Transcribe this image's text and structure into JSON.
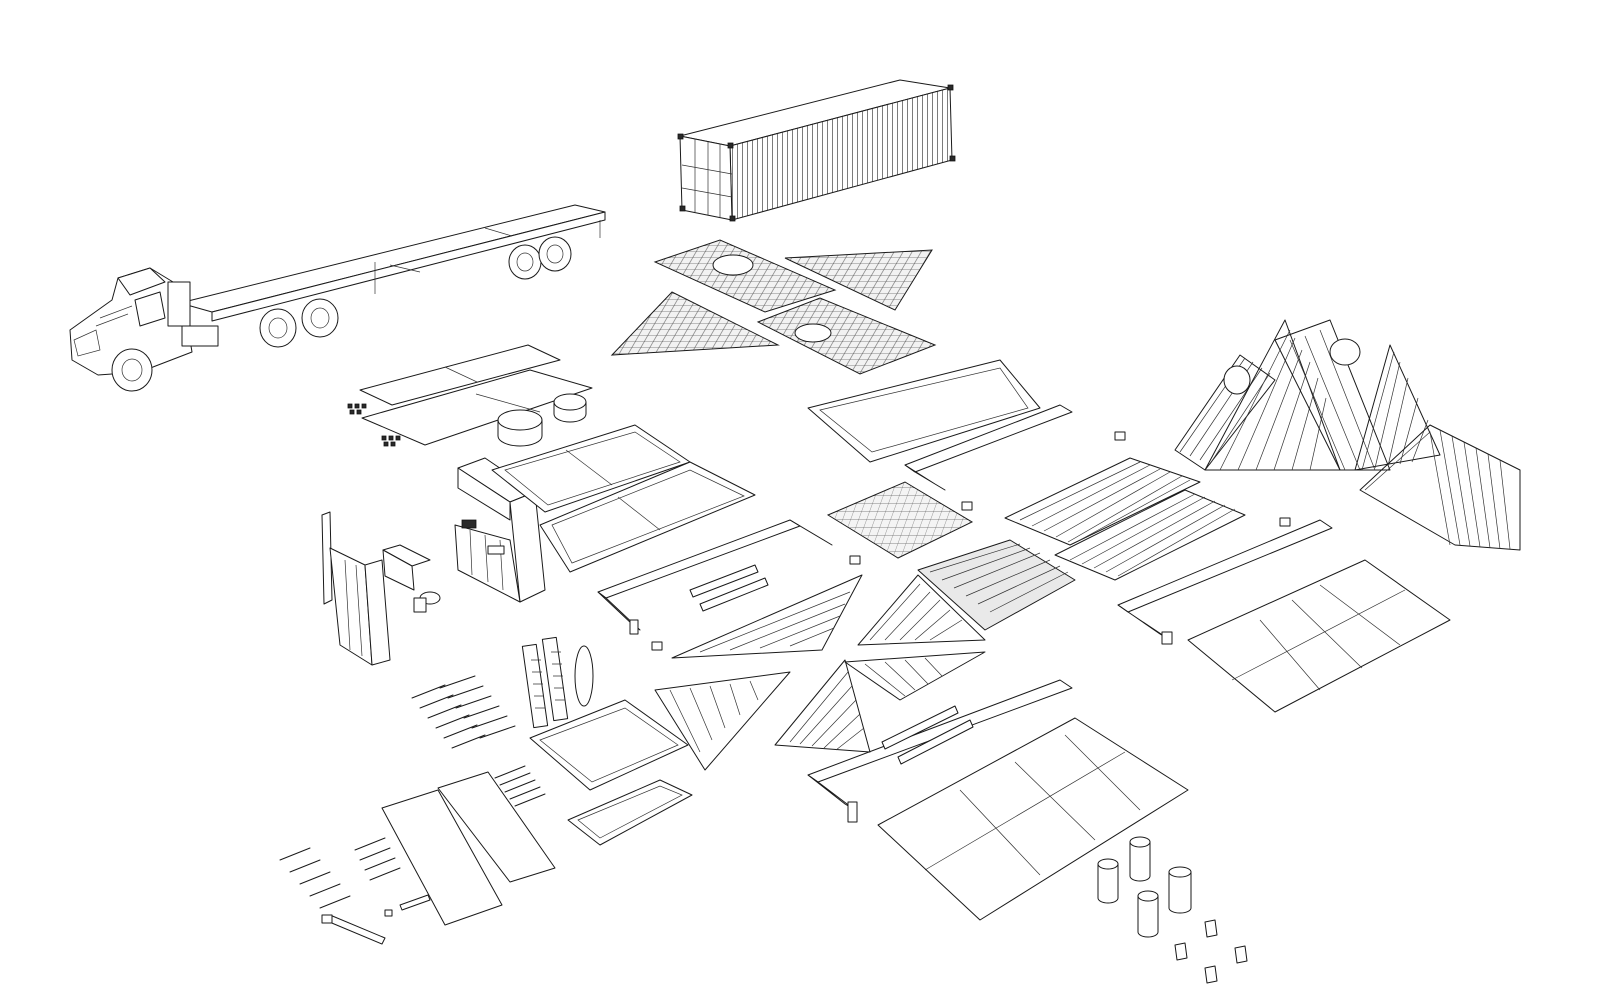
{
  "canvas": {
    "background": "#ffffff",
    "line_color": "#1a1a1a",
    "hatch_color": "#e9e9e9"
  },
  "parts": [
    {
      "name": "flatbed-truck"
    },
    {
      "name": "shipping-container"
    },
    {
      "name": "shingled-roof-panels"
    },
    {
      "name": "a-frame-trusses"
    },
    {
      "name": "kitchen-module"
    },
    {
      "name": "bathroom-module"
    },
    {
      "name": "floor-joist-frames"
    },
    {
      "name": "floor-panels"
    },
    {
      "name": "water-tanks"
    },
    {
      "name": "concrete-footings"
    }
  ]
}
